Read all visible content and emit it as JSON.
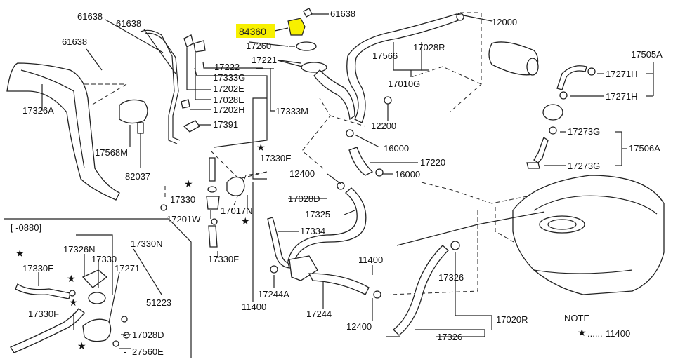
{
  "highlight": {
    "part_number": "84360",
    "color": "#f7f000"
  },
  "labels": {
    "l61638a": "61638",
    "l61638b": "61638",
    "l61638c": "61638",
    "l61638d": "61638",
    "l12000": "12000",
    "l17260": "17260",
    "l17221": "17221",
    "l17222": "17222",
    "l17566": "17566",
    "l17028R": "17028R",
    "l17010G": "17010G",
    "l12200": "12200",
    "l17505A": "17505A",
    "l17271Ha": "17271H",
    "l17271Hb": "17271H",
    "l17273Ga": "17273G",
    "l17506A": "17506A",
    "l17273Gb": "17273G",
    "l17333G": "17333G",
    "l17202Ea": "17202E",
    "l17028E": "17028E",
    "l17202H": "17202H",
    "l17333M": "17333M",
    "l17391": "17391",
    "l17326A": "17326A",
    "l17568M": "17568M",
    "l82037": "82037",
    "l17330E": "17330E",
    "l16000a": "16000",
    "l16000b": "16000",
    "l17220": "17220",
    "l12400a": "12400",
    "l17028D": "17028D",
    "l17330a": "17330",
    "l17017N": "17017N",
    "l17201W": "17201W",
    "l17325": "17325",
    "l17334": "17334",
    "l17330F": "17330F",
    "l11400a": "11400",
    "l17244A": "17244A",
    "l17244": "17244",
    "l11400b": "11400",
    "l12400b": "12400",
    "l17326a": "17326",
    "l17020R": "17020R",
    "l17326b": "17326",
    "note": "NOTE",
    "note_val": "11400",
    "inset_range": "[ -0880]",
    "i17326N": "17326N",
    "i17330N": "17330N",
    "i17330": "17330",
    "i17271": "17271",
    "i17330E": "17330E",
    "i51223": "51223",
    "i17330F": "17330F",
    "i17028D": "17028D",
    "i27560E": "27560E"
  }
}
